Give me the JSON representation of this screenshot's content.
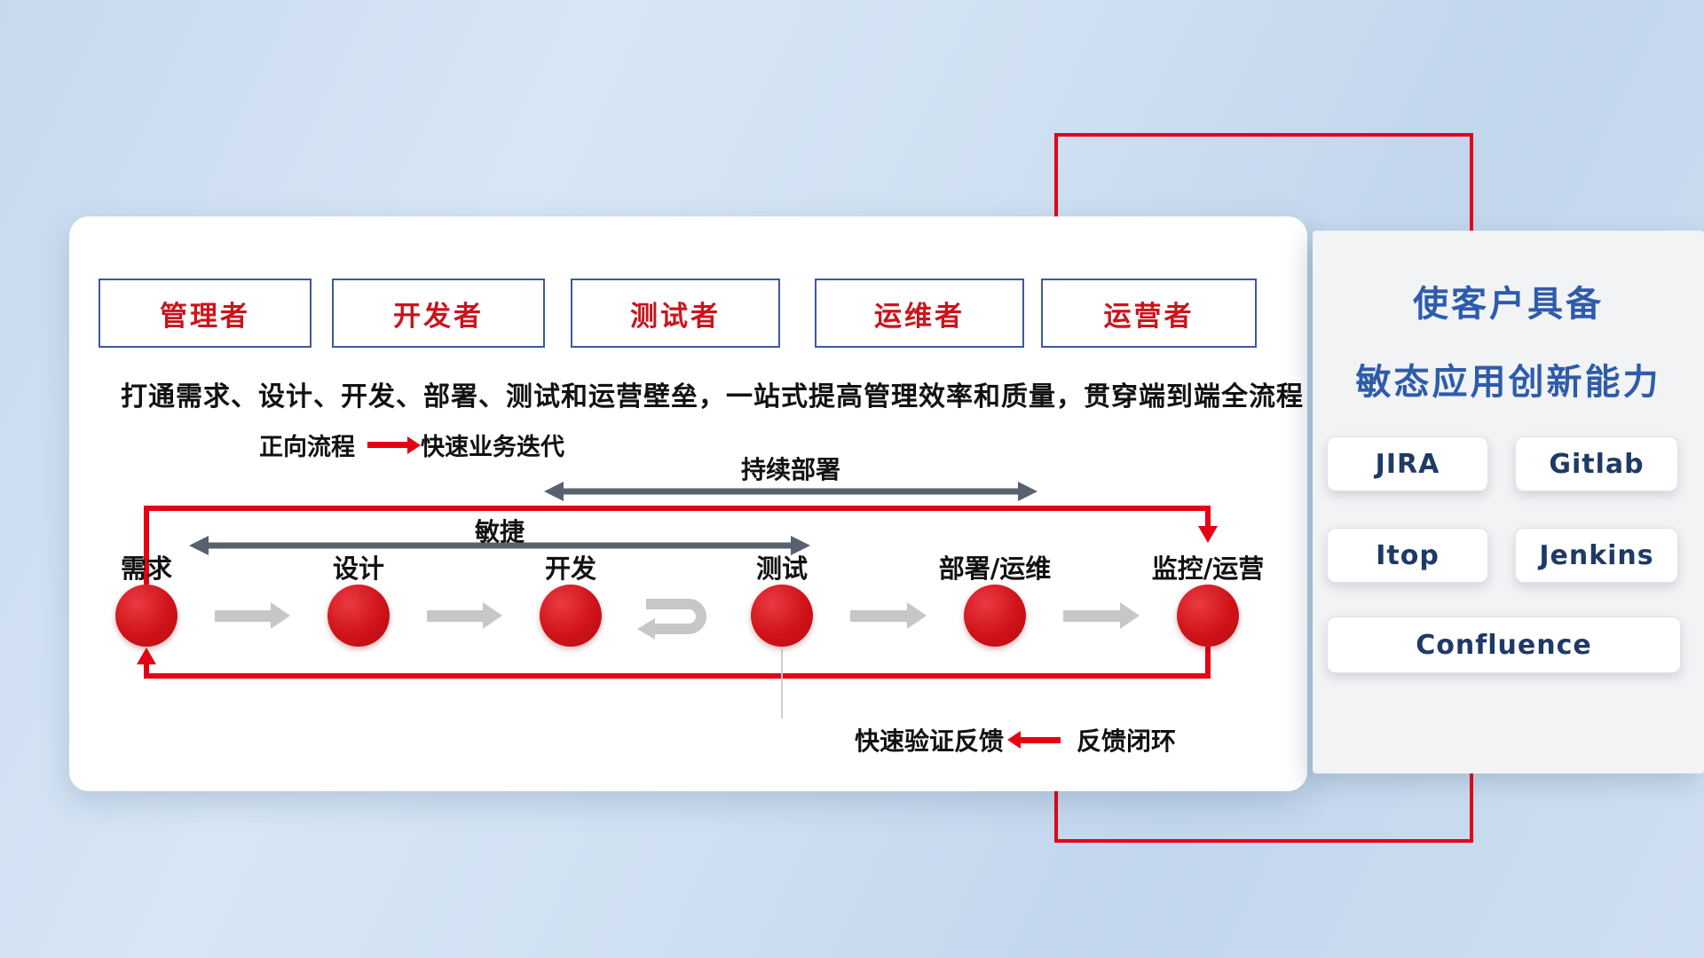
{
  "colors": {
    "accent_red": "#e60012",
    "circle_red": "#d01219",
    "role_text_red": "#c9151d",
    "box_border_blue": "#3a5a9d",
    "title_blue": "#2e5cab",
    "tool_text_navy": "#1e3a66",
    "dark_arrow_gray": "#59616f",
    "light_arrow_gray": "#c5c7c9",
    "side_panel_bg": "#f2f3f5"
  },
  "roles": [
    {
      "label": "管理者"
    },
    {
      "label": "开发者"
    },
    {
      "label": "测试者"
    },
    {
      "label": "运维者"
    },
    {
      "label": "运营者"
    }
  ],
  "workflow": {
    "headline": "打通需求、设计、开发、部署、测试和运营壁垒，一站式提高管理效率和质量，贯穿端到端全流程",
    "legend": {
      "forward_label": "正向流程",
      "forward_value": "快速业务迭代"
    },
    "arrows": {
      "continuous_deploy": "持续部署",
      "agile": "敏捷"
    },
    "nodes": [
      {
        "label": "需求"
      },
      {
        "label": "设计"
      },
      {
        "label": "开发"
      },
      {
        "label": "测试"
      },
      {
        "label": "部署/运维"
      },
      {
        "label": "监控/运营"
      }
    ],
    "feedback": {
      "label": "快速验证反馈",
      "value": "反馈闭环"
    }
  },
  "side_panel": {
    "title_line1": "使客户具备",
    "title_line2": "敏态应用创新能力",
    "tools": [
      {
        "name": "JIRA"
      },
      {
        "name": "Gitlab"
      },
      {
        "name": "Itop"
      },
      {
        "name": "Jenkins"
      },
      {
        "name": "Confluence"
      }
    ]
  }
}
